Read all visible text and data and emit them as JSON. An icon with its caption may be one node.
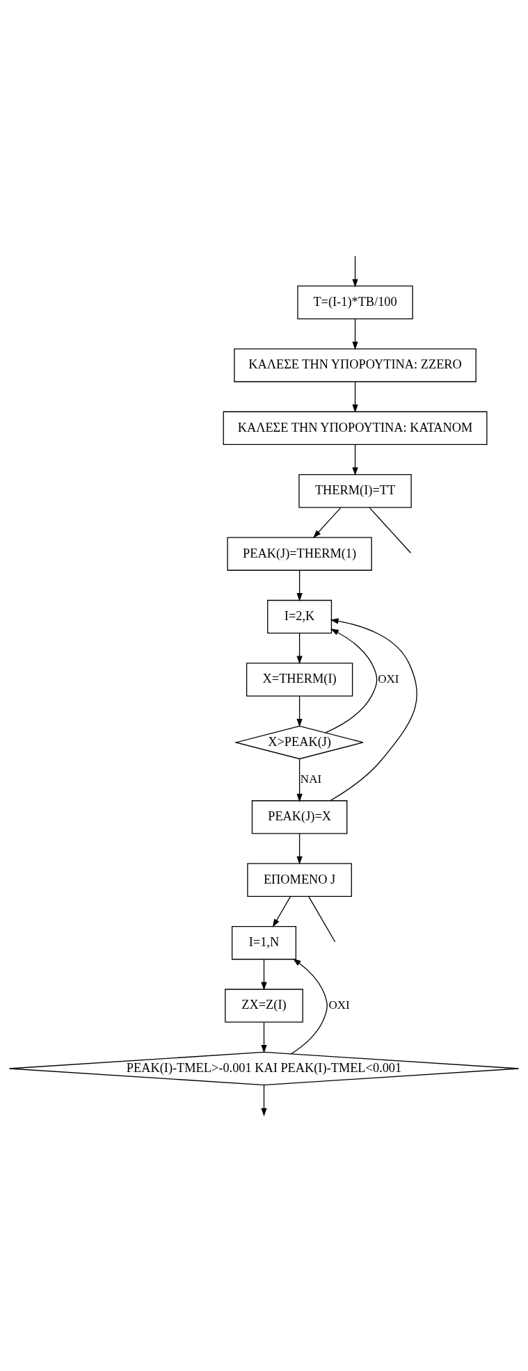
{
  "diagram": {
    "nodes": [
      {
        "text": [
          "T=(I-1)*TB/100"
        ]
      },
      {
        "text": [
          "ΚΑΛΕΣΕ ΤΗΝ ΥΠΟΡΟΥΤΙΝΑ: ZZERO"
        ]
      },
      {
        "text": [
          "ΚΑΛΕΣΕ ΤΗΝ ΥΠΟΡΟΥΤΙΝΑ: KATANOM"
        ]
      },
      {
        "text": [
          "THERM(I)=TT"
        ]
      },
      {
        "text": [
          "PEAK(J)=THERM(1)"
        ]
      },
      {
        "text": [
          "I=2,K"
        ]
      },
      {
        "text": [
          "X=THERM(I)"
        ]
      },
      {
        "text": [
          "X>PEAK(J)"
        ]
      },
      {
        "text": [
          "PEAK(J)=X"
        ]
      },
      {
        "text": [
          "ΕΠΟΜΕΝΟ J"
        ]
      },
      {
        "text": [
          "I=1,N"
        ]
      },
      {
        "text": [
          "ZX=Z(I)"
        ]
      },
      {
        "text": [
          "PEAK(I)-TMEL>-0.001 ΚΑΙ PEAK(I)-TMEL<0.001"
        ]
      }
    ],
    "edges": [
      {
        "from": null,
        "to": 0,
        "arrow": "to"
      },
      {
        "from": 0,
        "to": 1,
        "arrow": "to"
      },
      {
        "from": 1,
        "to": 2,
        "arrow": "to"
      },
      {
        "from": 2,
        "to": 3,
        "arrow": "to"
      },
      {
        "from": 3,
        "to": null,
        "arrow": "none"
      },
      {
        "from": 3,
        "to": 4,
        "arrow": "to"
      },
      {
        "from": 4,
        "to": 5,
        "arrow": "to"
      },
      {
        "from": 5,
        "to": 6,
        "arrow": "to"
      },
      {
        "from": 6,
        "to": 7,
        "arrow": "to"
      },
      {
        "from": 7,
        "to": 5,
        "arrow": "to",
        "label": "ΟΧΙ"
      },
      {
        "from": 7,
        "to": 8,
        "arrow": "to",
        "label": "ΝΑΙ"
      },
      {
        "from": 8,
        "to": 5,
        "arrow": "to"
      },
      {
        "from": 8,
        "to": 9,
        "arrow": "to"
      },
      {
        "from": 9,
        "to": null,
        "arrow": "none"
      },
      {
        "from": 9,
        "to": 10,
        "arrow": "to"
      },
      {
        "from": 10,
        "to": 11,
        "arrow": "to"
      },
      {
        "from": 11,
        "to": 12,
        "arrow": "to"
      },
      {
        "from": 12,
        "to": 10,
        "arrow": "to",
        "label": "ΟΧΙ"
      },
      {
        "from": 12,
        "to": null,
        "arrow": "to"
      }
    ]
  }
}
